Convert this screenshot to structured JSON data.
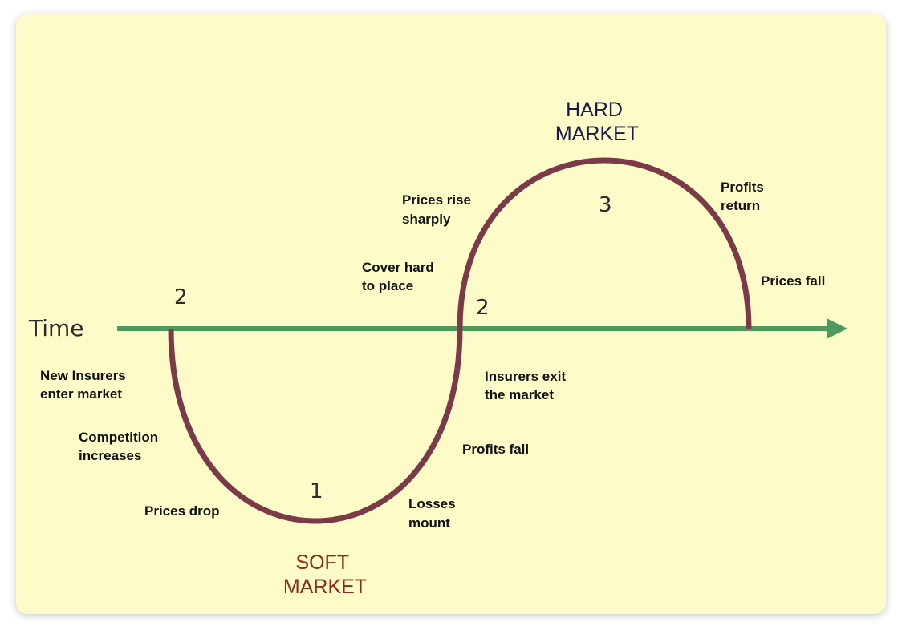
{
  "diagram": {
    "axis_label": "Time",
    "phases": {
      "hard": [
        "HARD",
        "MARKET"
      ],
      "soft": [
        "SOFT",
        "MARKET"
      ]
    },
    "stage_numbers": {
      "left_start": "2",
      "middle_cross": "2",
      "trough": "1",
      "peak": "3"
    },
    "labels": {
      "new_insurers": [
        "New Insurers",
        "enter market"
      ],
      "competition": [
        "Competition",
        "increases"
      ],
      "prices_drop": [
        "Prices drop"
      ],
      "losses_mount": [
        "Losses",
        "mount"
      ],
      "profits_fall": [
        "Profits fall"
      ],
      "insurers_exit": [
        "Insurers exit",
        "the market"
      ],
      "cover_hard": [
        "Cover hard",
        "to place"
      ],
      "prices_rise": [
        "Prices rise",
        "sharply"
      ],
      "profits_return": [
        "Profits",
        "return"
      ],
      "prices_fall": [
        "Prices fall"
      ]
    },
    "colors": {
      "background": "#fdfbc8",
      "timeline": "#4c9a5c",
      "curve": "#7a3a48",
      "hard_market_text": "#1a1a4a",
      "soft_market_text": "#8a2a1a"
    }
  }
}
